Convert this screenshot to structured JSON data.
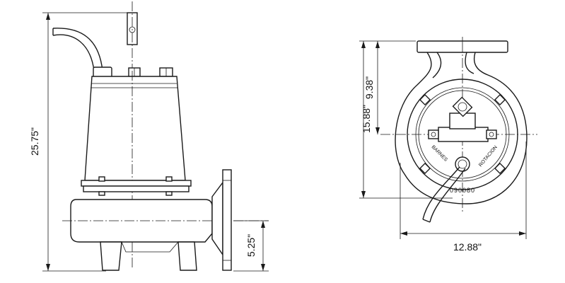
{
  "dimensions": {
    "overall_height": "25.75\"",
    "discharge_height": "5.25\"",
    "plan_depth": "15.88\"",
    "plan_offset": "9.38\"",
    "plan_width": "12.88\""
  },
  "nameplate": {
    "brand": "BARNES",
    "label": "ROTACION",
    "serial": "090080"
  }
}
